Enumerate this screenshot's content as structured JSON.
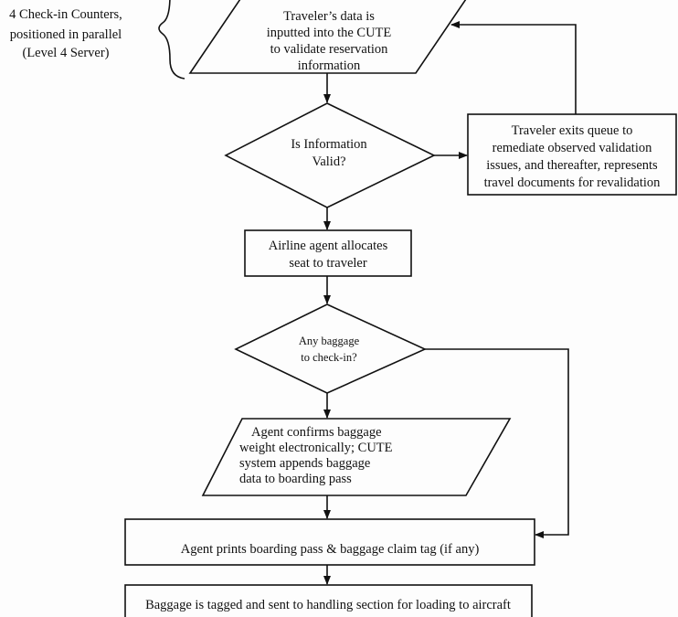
{
  "annotation": {
    "lines": [
      "4 Check-in Counters,",
      "positioned in parallel",
      "(Level 4 Server)"
    ]
  },
  "nodes": {
    "input_data": {
      "shape": "parallelogram",
      "lines": [
        "Traveler’s data is",
        "inputted into the CUTE",
        "to validate reservation",
        "information"
      ]
    },
    "valid_decision": {
      "shape": "diamond",
      "lines": [
        "Is Information",
        "Valid?"
      ]
    },
    "exit_queue": {
      "shape": "rectangle",
      "lines": [
        "Traveler exits queue to",
        "remediate observed validation",
        "issues, and thereafter, represents",
        "travel documents for revalidation"
      ]
    },
    "allocate_seat": {
      "shape": "rectangle",
      "lines": [
        "Airline agent allocates",
        "seat to traveler"
      ]
    },
    "baggage_decision": {
      "shape": "diamond",
      "lines": [
        "Any baggage",
        "to check-in?"
      ]
    },
    "confirm_baggage": {
      "shape": "parallelogram",
      "lines": [
        "Agent confirms baggage",
        "weight electronically; CUTE",
        "system appends baggage",
        "data to boarding pass"
      ]
    },
    "print_pass": {
      "shape": "rectangle",
      "lines": [
        "Agent prints boarding pass & baggage claim tag (if any)"
      ]
    },
    "baggage_tagged": {
      "shape": "rectangle",
      "lines": [
        "Baggage is tagged and sent to handling section for loading to aircraft"
      ]
    }
  },
  "colors": {
    "stroke": "#111111",
    "background": "#fdfdfd"
  }
}
